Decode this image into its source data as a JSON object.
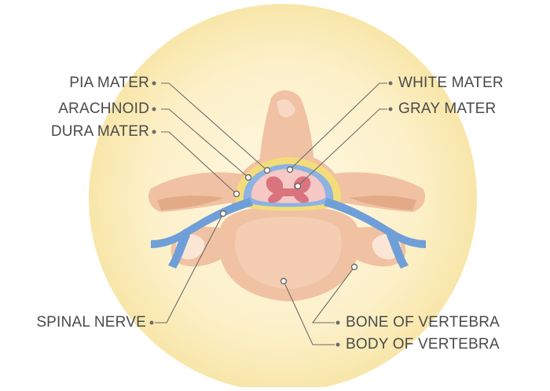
{
  "diagram": {
    "labels": {
      "pia_mater": "PIA MATER",
      "arachnoid": "ARACHNOID",
      "dura_mater": "DURA MATER",
      "white_mater": "WHITE MATER",
      "gray_mater": "GRAY MATER",
      "spinal_nerve": "SPINAL NERVE",
      "bone_of_vertebra": "BONE OF VERTEBRA",
      "body_of_vertebra": "BODY OF VERTEBRA"
    },
    "colors": {
      "background_glow": "#fbefc4",
      "bone": "#f0c2a3",
      "bone_shadow": "#e3aa88",
      "dura": "#f3dc7a",
      "nerve": "#6f9fd8",
      "cord_white": "#f2b3b3",
      "cord_gray": "#d9747d",
      "leader_line": "#6b6b6b"
    }
  }
}
